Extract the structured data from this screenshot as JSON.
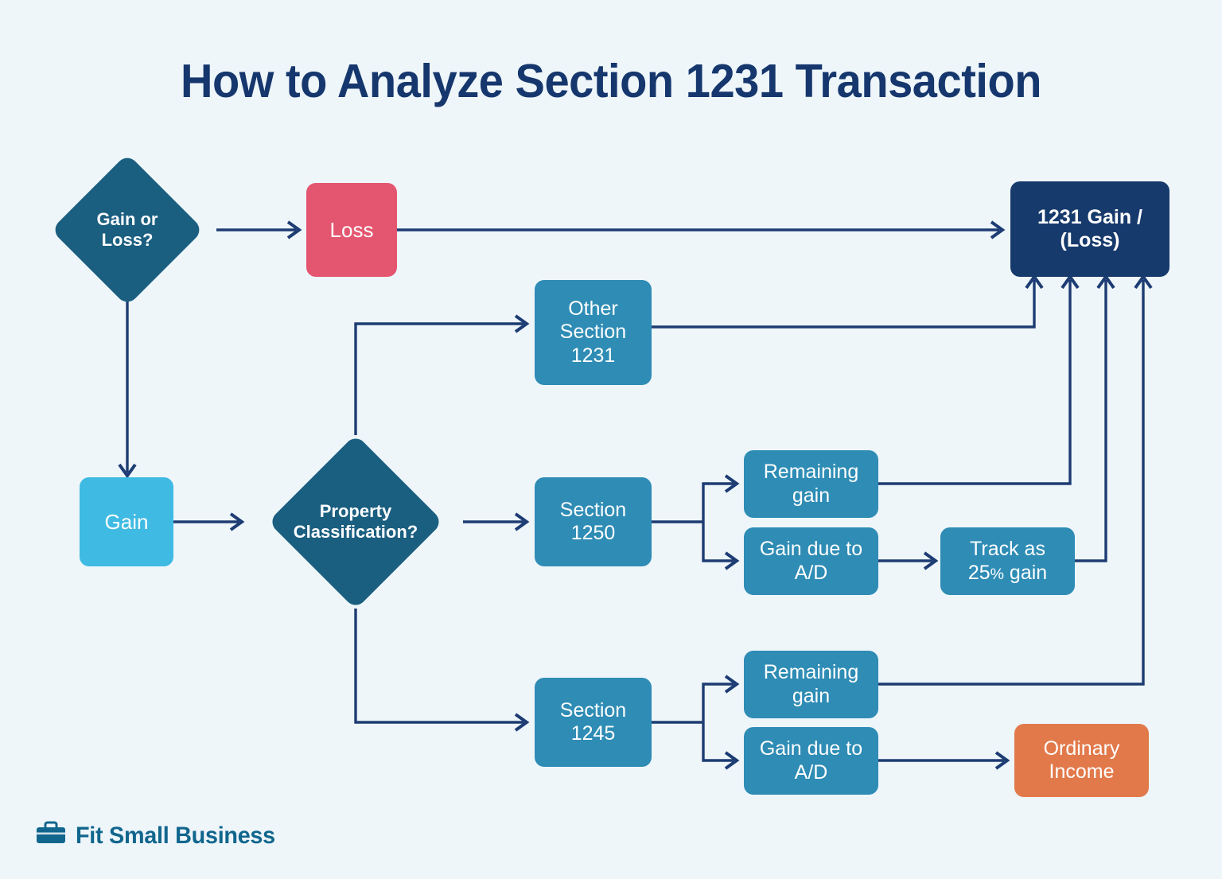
{
  "page": {
    "title": "How to Analyze Section 1231 Transaction",
    "background_color": "#eef6fa"
  },
  "colors": {
    "title": "#16376d",
    "decision": "#1a5e80",
    "process": "#2e8cb5",
    "gain": "#3ebae3",
    "loss": "#e4556f",
    "result": "#173a6d",
    "ordinary_income": "#e2794a",
    "connector": "#1d3c73",
    "node_text": "#ffffff",
    "logo": "#11668d"
  },
  "chart_data": {
    "type": "diagram",
    "title": "How to Analyze Section 1231 Transaction",
    "nodes": [
      {
        "id": "gain-or-loss",
        "label": "Gain or\nLoss?",
        "shape": "diamond",
        "color": "#1a5e80",
        "bold": true
      },
      {
        "id": "loss",
        "label": "Loss",
        "shape": "rect",
        "color": "#e4556f",
        "bold": false
      },
      {
        "id": "gain",
        "label": "Gain",
        "shape": "rect",
        "color": "#3ebae3",
        "bold": false
      },
      {
        "id": "property-classification",
        "label": "Property\nClassification?",
        "shape": "diamond",
        "color": "#1a5e80",
        "bold": true
      },
      {
        "id": "other-section-1231",
        "label": "Other\nSection\n1231",
        "shape": "rect",
        "color": "#2e8cb5",
        "bold": false
      },
      {
        "id": "section-1250",
        "label": "Section\n1250",
        "shape": "rect",
        "color": "#2e8cb5",
        "bold": false
      },
      {
        "id": "section-1245",
        "label": "Section\n1245",
        "shape": "rect",
        "color": "#2e8cb5",
        "bold": false
      },
      {
        "id": "remaining-gain-1250",
        "label": "Remaining\ngain",
        "shape": "rect",
        "color": "#2e8cb5",
        "bold": false
      },
      {
        "id": "gain-due-to-ad-1250",
        "label": "Gain due to\nA/D",
        "shape": "rect",
        "color": "#2e8cb5",
        "bold": false
      },
      {
        "id": "remaining-gain-1245",
        "label": "Remaining\ngain",
        "shape": "rect",
        "color": "#2e8cb5",
        "bold": false
      },
      {
        "id": "gain-due-to-ad-1245",
        "label": "Gain due to\nA/D",
        "shape": "rect",
        "color": "#2e8cb5",
        "bold": false
      },
      {
        "id": "track-25-gain",
        "label": "Track as\n25% gain",
        "shape": "rect",
        "color": "#2e8cb5",
        "bold": false
      },
      {
        "id": "ordinary-income",
        "label": "Ordinary\nIncome",
        "shape": "rect",
        "color": "#e2794a",
        "bold": false
      },
      {
        "id": "result-1231",
        "label": "1231 Gain /\n(Loss)",
        "shape": "rect",
        "color": "#173a6d",
        "bold": true
      }
    ],
    "edges": [
      {
        "from": "gain-or-loss",
        "to": "loss"
      },
      {
        "from": "gain-or-loss",
        "to": "gain"
      },
      {
        "from": "loss",
        "to": "result-1231"
      },
      {
        "from": "gain",
        "to": "property-classification"
      },
      {
        "from": "property-classification",
        "to": "other-section-1231"
      },
      {
        "from": "property-classification",
        "to": "section-1250"
      },
      {
        "from": "property-classification",
        "to": "section-1245"
      },
      {
        "from": "other-section-1231",
        "to": "result-1231"
      },
      {
        "from": "section-1250",
        "to": "remaining-gain-1250"
      },
      {
        "from": "section-1250",
        "to": "gain-due-to-ad-1250"
      },
      {
        "from": "remaining-gain-1250",
        "to": "result-1231"
      },
      {
        "from": "gain-due-to-ad-1250",
        "to": "track-25-gain"
      },
      {
        "from": "track-25-gain",
        "to": "result-1231"
      },
      {
        "from": "section-1245",
        "to": "remaining-gain-1245"
      },
      {
        "from": "section-1245",
        "to": "gain-due-to-ad-1245"
      },
      {
        "from": "remaining-gain-1245",
        "to": "result-1231"
      },
      {
        "from": "gain-due-to-ad-1245",
        "to": "ordinary-income"
      }
    ]
  },
  "nodes": {
    "gain_or_loss": {
      "line1": "Gain or",
      "line2": "Loss?"
    },
    "loss": {
      "line1": "Loss"
    },
    "gain": {
      "line1": "Gain"
    },
    "property_class": {
      "line1": "Property",
      "line2": "Classification?"
    },
    "other_section_1231": {
      "line1": "Other",
      "line2": "Section",
      "line3": "1231"
    },
    "section_1250": {
      "line1": "Section",
      "line2": "1250"
    },
    "section_1245": {
      "line1": "Section",
      "line2": "1245"
    },
    "remaining_gain_1250": {
      "line1": "Remaining",
      "line2": "gain"
    },
    "gain_due_ad_1250": {
      "line1": "Gain due to",
      "line2": "A/D"
    },
    "remaining_gain_1245": {
      "line1": "Remaining",
      "line2": "gain"
    },
    "gain_due_ad_1245": {
      "line1": "Gain due to",
      "line2": "A/D"
    },
    "track_25": {
      "line1": "Track as",
      "line2_a": "25",
      "line2_pct": "%",
      "line2_b": " gain"
    },
    "ordinary_income": {
      "line1": "Ordinary",
      "line2": "Income"
    },
    "result_1231": {
      "line1": "1231 Gain /",
      "line2": "(Loss)"
    }
  },
  "logo": {
    "text": "Fit Small Business",
    "icon": "briefcase-icon"
  }
}
